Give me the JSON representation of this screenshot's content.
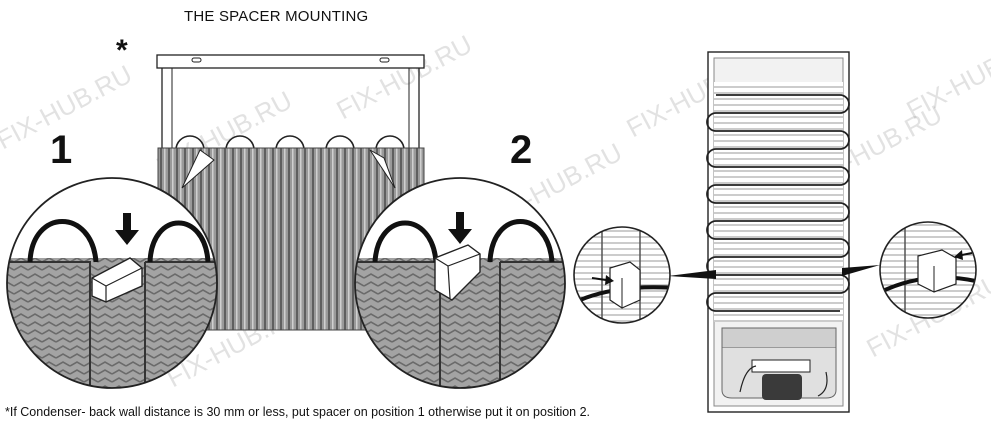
{
  "title": "THE SPACER MOUNTING",
  "asterisk": "*",
  "position_labels": [
    "1",
    "2"
  ],
  "footnote": "*If Condenser- back wall  distance is 30 mm or less, put spacer  on position 1 otherwise put it on position 2.",
  "watermark": "FIX-HUB.RU",
  "colors": {
    "line": "#222222",
    "fin_gray": "#8a8a8a",
    "fin_light": "#c4c4c4",
    "panel": "#e6e6e6",
    "compressor": "#3a3a3a"
  }
}
